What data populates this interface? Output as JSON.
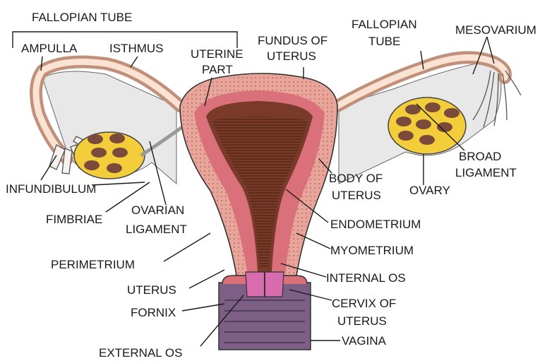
{
  "labels": {
    "fallopian_tube_left": "FALLOPIAN TUBE",
    "ampulla": "AMPULLA",
    "isthmus": "ISTHMUS",
    "uterine_part_1": "UTERINE",
    "uterine_part_2": "PART",
    "fundus_1": "FUNDUS OF",
    "fundus_2": "UTERUS",
    "fallopian_tube_right_1": "FALLOPIAN",
    "fallopian_tube_right_2": "TUBE",
    "mesovarium": "MESOVARIUM",
    "broad_ligament_1": "BROAD",
    "broad_ligament_2": "LIGAMENT",
    "ovary": "OVARY",
    "body_1": "BODY OF",
    "body_2": "UTERUS",
    "infundibulum": "INFUNDIBULUM",
    "fimbriae": "FIMBRIAE",
    "ovarian_ligament_1": "OVARIAN",
    "ovarian_ligament_2": "LIGAMENT",
    "endometrium": "ENDOMETRIUM",
    "perimetrium": "PERIMETRIUM",
    "myometrium": "MYOMETRIUM",
    "uterus": "UTERUS",
    "internal_os": "INTERNAL OS",
    "fornix": "FORNIX",
    "cervix_1": "CERVIX OF",
    "cervix_2": "UTERUS",
    "vagina": "VAGINA",
    "external_os": "EXTERNAL OS"
  },
  "colors": {
    "tube": "#f2c9b0",
    "tube_inner": "#fbe3d3",
    "uterus_outer": "#e9a59a",
    "myometrium": "#d9707a",
    "endometrium": "#7a3a2a",
    "ovary": "#f4cd3a",
    "follicle": "#7a4a3a",
    "vagina": "#7d5f86",
    "cervix": "#d86cae",
    "ligament": "#e6e6e6"
  }
}
